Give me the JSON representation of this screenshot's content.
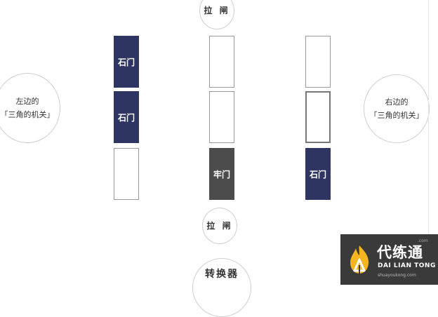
{
  "top_circle": {
    "label": "拉 闸"
  },
  "bottom_circle": {
    "label": "拉 闸"
  },
  "converter": {
    "label": "转换器"
  },
  "left_circle": {
    "line1": "左边的",
    "line2": "「三角的机关」"
  },
  "right_circle": {
    "line1": "右边的",
    "line2": "「三角的机关」"
  },
  "columns": {
    "left": [
      {
        "label": "石门",
        "style": "blue"
      },
      {
        "label": "石门",
        "style": "blue"
      },
      {
        "label": "",
        "style": "empty"
      }
    ],
    "middle": [
      {
        "label": "",
        "style": "empty"
      },
      {
        "label": "",
        "style": "empty"
      },
      {
        "label": "牢门",
        "style": "dark"
      }
    ],
    "right": [
      {
        "label": "",
        "style": "empty"
      },
      {
        "label": "",
        "style": "empty"
      },
      {
        "label": "石门",
        "style": "blue"
      }
    ]
  },
  "watermark": {
    "main": "代练通",
    "pinyin": "DAI LIAN TONG",
    "domain": "shuayoukong.com",
    "com": ".com"
  },
  "colors": {
    "stone_door": "#2f3563",
    "prison_door": "#4c4c4c",
    "outline": "#9a9a9a"
  }
}
